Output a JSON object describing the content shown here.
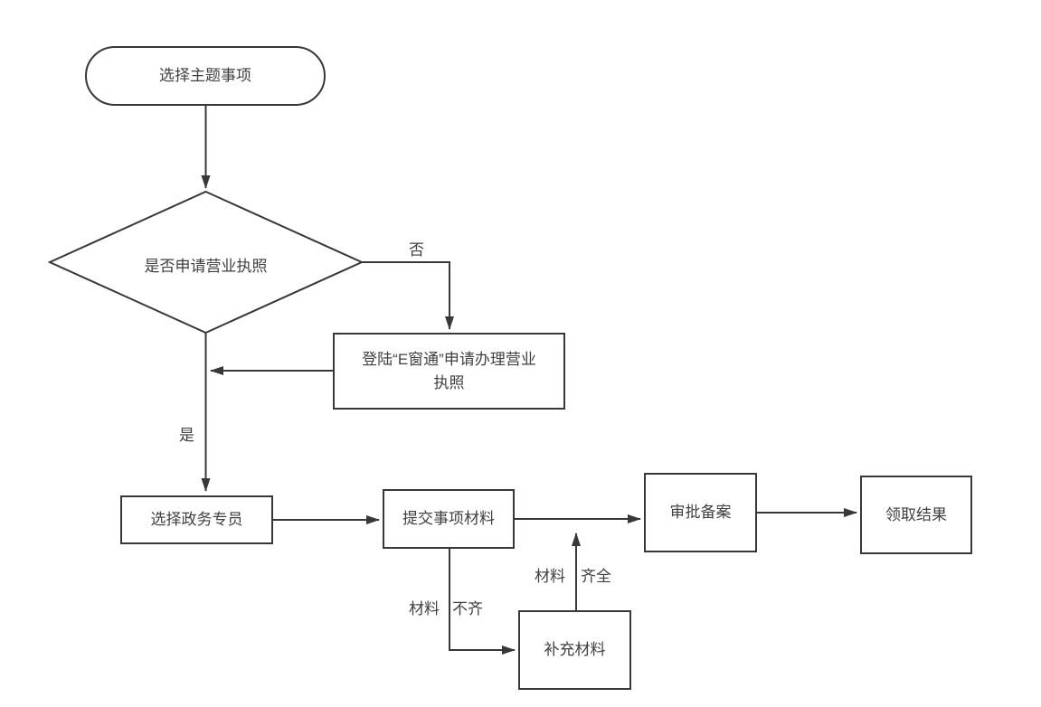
{
  "diagram": {
    "type": "flowchart",
    "background": "#ffffff",
    "stroke_color": "#383838",
    "text_color": "#404040",
    "nodes": {
      "start": {
        "label": "选择主题事项",
        "shape": "terminator"
      },
      "decision": {
        "label": "是否申请营业执照",
        "shape": "decision"
      },
      "ewindow": {
        "label": "登陆“E窗通”申请办理营业执照",
        "shape": "process"
      },
      "specialist": {
        "label": "选择政务专员",
        "shape": "process"
      },
      "submit": {
        "label": "提交事项材料",
        "shape": "process"
      },
      "approval": {
        "label": "审批备案",
        "shape": "process"
      },
      "result": {
        "label": "领取结果",
        "shape": "process"
      },
      "supplement": {
        "label": "补充材料",
        "shape": "process"
      }
    },
    "edge_labels": {
      "no": "否",
      "yes": "是",
      "materials": "材料",
      "incomplete": "不齐",
      "complete": "齐全"
    }
  }
}
